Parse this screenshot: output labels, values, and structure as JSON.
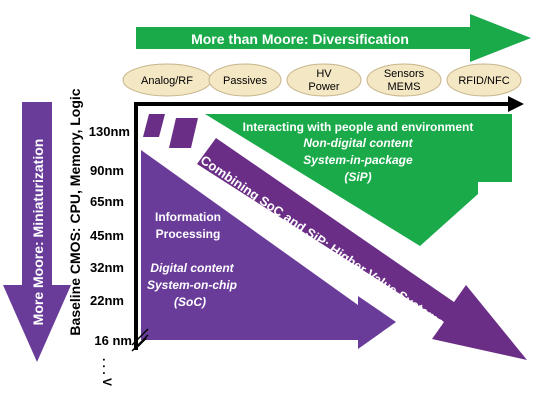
{
  "top_arrow_label": "More than Moore:  Diversification",
  "categories": [
    {
      "line1": "Analog/RF",
      "line2": ""
    },
    {
      "line1": "Passives",
      "line2": ""
    },
    {
      "line1": "HV",
      "line2": "Power"
    },
    {
      "line1": "Sensors",
      "line2": "MEMS"
    },
    {
      "line1": "RFID/NFC",
      "line2": ""
    }
  ],
  "left_arrow_label": "More Moore:  Miniaturization",
  "baseline_label": "Baseline CMOS:  CPU, Memory, Logic",
  "nodes": [
    "130nm",
    "90nm",
    "65nm",
    "45nm",
    "32nm",
    "22nm",
    "16 nm"
  ],
  "continuation": ". . . V",
  "green_region": {
    "line1": "Interacting with people and environment",
    "line2": "Non-digital content",
    "line3": "System-in-package",
    "line4": "(SiP)"
  },
  "purple_region": {
    "line1": "Information",
    "line2": "Processing",
    "line3": "Digital content",
    "line4": "System-on-chip",
    "line5": "(SoC)"
  },
  "diagonal_label": "Combining SoC and SiP:  Higher Value Systems",
  "colors": {
    "green": "#1aaa4a",
    "purple": "#6a3c9a",
    "purple_dark": "#6b2e86",
    "pill": "#f4e7c4",
    "pill_border": "#c7b489"
  }
}
